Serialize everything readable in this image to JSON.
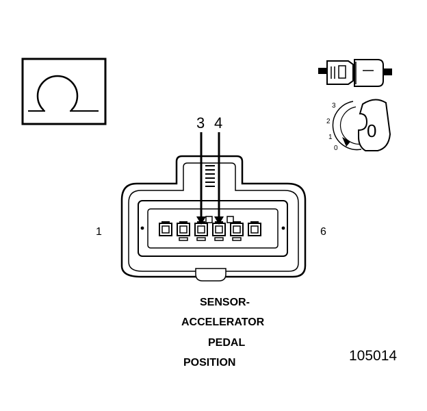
{
  "pins": {
    "left_end": "1",
    "right_end": "6",
    "callout_a": "3",
    "callout_b": "4"
  },
  "rotary_scale": [
    "3",
    "2",
    "1",
    "0"
  ],
  "knob_digit": "0",
  "caption": {
    "line1": "SENSOR-",
    "line2": "ACCELERATOR",
    "line3": "PEDAL",
    "line4": "POSITION"
  },
  "figure_number": "105014",
  "icons": {
    "symbol": "omega-resistance-icon",
    "plug": "connector-plug-icon",
    "switch": "rotary-switch-icon"
  }
}
